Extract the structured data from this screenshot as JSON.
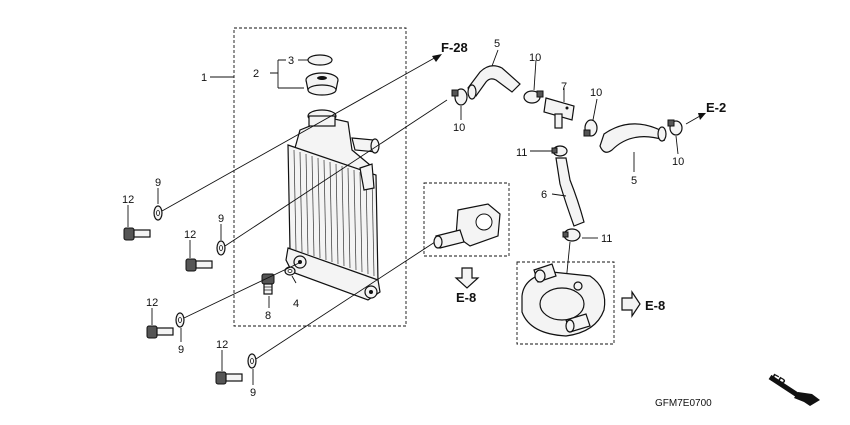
{
  "diagram_code": "GFM7E0700",
  "front_marker": "FR.",
  "callouts": {
    "c1": "1",
    "c2": "2",
    "c3": "3",
    "c4": "4",
    "c5a": "5",
    "c5b": "5",
    "c6": "6",
    "c7": "7",
    "c8": "8",
    "c9a": "9",
    "c9b": "9",
    "c9c": "9",
    "c9d": "9",
    "c10a": "10",
    "c10b": "10",
    "c10c": "10",
    "c10d": "10",
    "c11a": "11",
    "c11b": "11",
    "c12a": "12",
    "c12b": "12",
    "c12c": "12",
    "c12d": "12"
  },
  "section_refs": {
    "f28": "F-28",
    "e2": "E-2",
    "e8_left": "E-8",
    "e8_right": "E-8"
  },
  "colors": {
    "line": "#111111",
    "part_fill": "#f4f4f4",
    "background": "#ffffff"
  }
}
